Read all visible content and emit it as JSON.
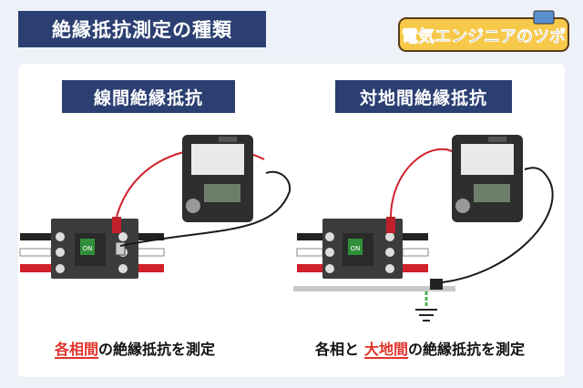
{
  "header": {
    "title": "絶縁抵抗測定の種類"
  },
  "logo": {
    "text": "電気エンジニアのツボ"
  },
  "left": {
    "heading": "線間絶縁抵抗",
    "caption_accent": "各相間",
    "caption_rest": "の絶縁抵抗を測定",
    "breaker_label": "ON"
  },
  "right": {
    "heading": "対地間絶縁抵抗",
    "caption_pre": "各相と",
    "caption_accent": "大地間",
    "caption_rest": "の絶縁抵抗を測定",
    "breaker_label": "ON"
  },
  "colors": {
    "navy": "#2b3f72",
    "accent_red": "#e0342c",
    "lead_red": "#d1202a",
    "lead_black": "#1a1a1a",
    "earth_green": "#4caf50"
  }
}
